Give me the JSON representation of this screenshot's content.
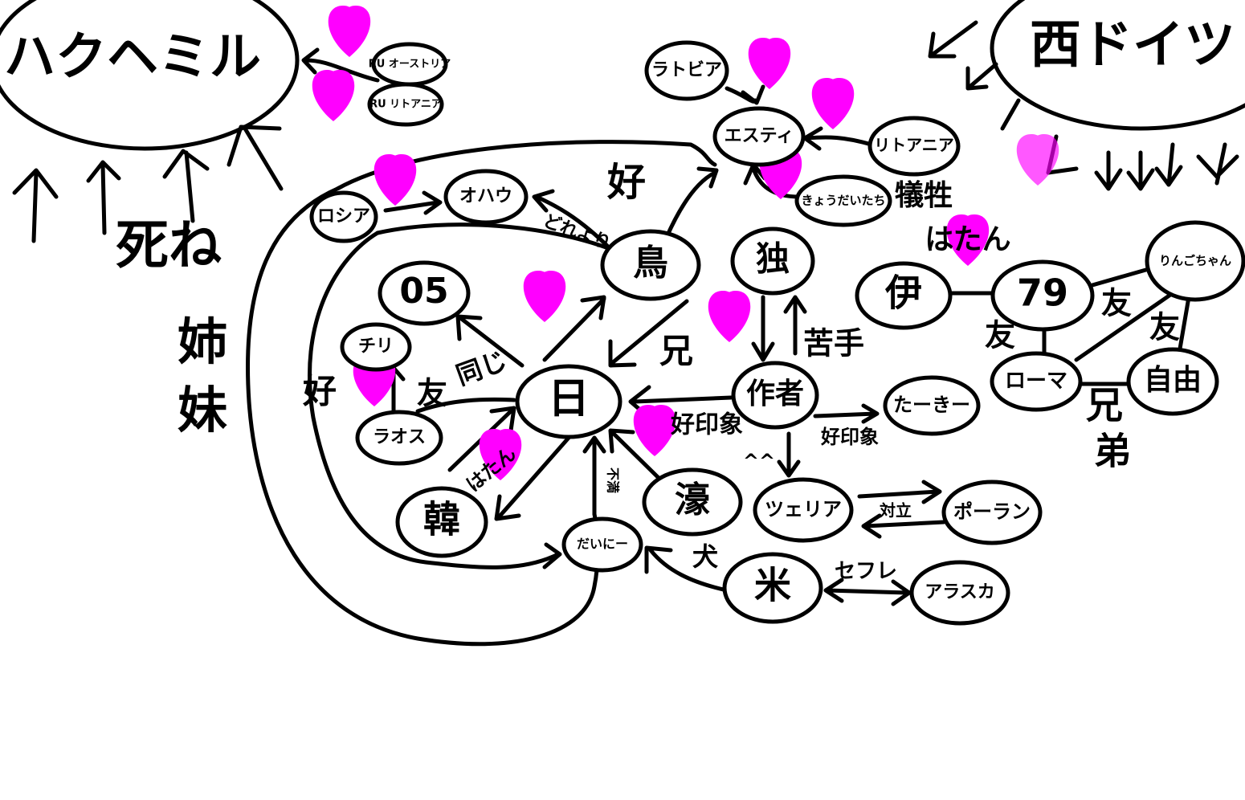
{
  "colors": {
    "ink": "#000000",
    "heart": "#ff00ff",
    "background": "#ffffff"
  },
  "groups": {
    "hakuhemiru": "ハクヘミル",
    "nishi_doitsu": "西ドイツ"
  },
  "nodes": {
    "nichi": "日",
    "karasu": "鳥",
    "os": "05",
    "chiri": "チリ",
    "taisu": "ラオス",
    "kan": "韓",
    "daini": "だいにー",
    "gou": "濠",
    "bei": "米",
    "sakusha": "作者",
    "doku": "独",
    "tsuerima": "ツェリア",
    "pooran": "ポーラン",
    "aresuka": "アラスカ",
    "takii": "たーきー",
    "i": "伊",
    "n79": "79",
    "roma": "ローマ",
    "jiyuu": "自由",
    "ringo": "りんごちゃん",
    "esuti": "エスティ",
    "ratobia": "ラトビア",
    "ritoania": "リトアニア",
    "kiyou": "きょうだいたち",
    "roshi": "ロシア",
    "ohau": "オハウ",
    "ru_austria": "RU オーストリア",
    "ru_lithuania": "RU リトアニア"
  },
  "labels": {
    "shine": "死ね",
    "shimai": "姉妹",
    "suki": "好",
    "suki2": "好",
    "tomo": "友",
    "onaji": "同じ",
    "hatan": "はたん",
    "hatan2": "はたん",
    "douyori": "どれより",
    "koin1": "好印象",
    "koin2": "好印象",
    "nigate": "苦手",
    "ani": "兄",
    "inu": "犬",
    "sefure": "セフレ",
    "taiketsu": "対立",
    "fuman": "不満",
    "smile": "^^",
    "tomo2": "友",
    "tomo3": "友",
    "tomo4": "友",
    "kyoudai": "兄弟",
    "gisei": "犠牲"
  }
}
